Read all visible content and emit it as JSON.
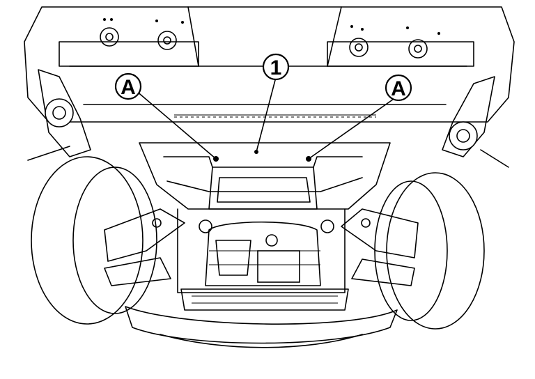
{
  "callouts": {
    "a_left": "A",
    "a_right": "A",
    "one": "1"
  }
}
